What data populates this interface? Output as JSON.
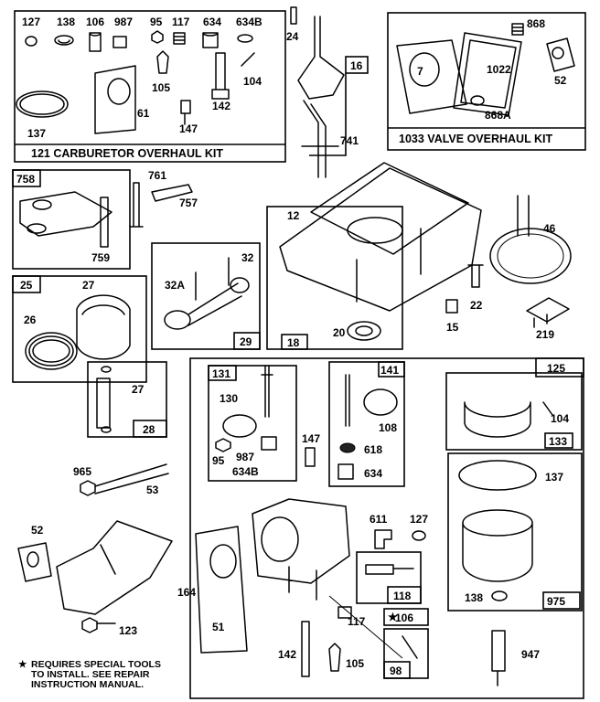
{
  "kits": {
    "carburetor": "121 CARBURETOR OVERHAUL KIT",
    "valve": "1033 VALVE OVERHAUL KIT"
  },
  "note": {
    "line1": "REQUIRES SPECIAL TOOLS",
    "line2": "TO INSTALL.  SEE REPAIR",
    "line3": "INSTRUCTION MANUAL."
  },
  "labels": {
    "p127a": "127",
    "p138a": "138",
    "p106a": "106",
    "p987a": "987",
    "p95a": "95",
    "p117a": "117",
    "p634a": "634",
    "p634Ba": "634B",
    "p105a": "105",
    "p104a": "104",
    "p142a": "142",
    "p147a": "147",
    "p61": "61",
    "p137a": "137",
    "p24": "24",
    "p16": "16",
    "p741": "741",
    "p868": "868",
    "p7": "7",
    "p1022": "1022",
    "p52a": "52",
    "p868A": "868A",
    "p758": "758",
    "p761": "761",
    "p757": "757",
    "p759": "759",
    "p12": "12",
    "p46": "46",
    "p32": "32",
    "p32A": "32A",
    "p29": "29",
    "p22": "22",
    "p15": "15",
    "p20": "20",
    "p18": "18",
    "p219": "219",
    "p25": "25",
    "p27a": "27",
    "p26": "26",
    "p27b": "27",
    "p28": "28",
    "p131": "131",
    "p130": "130",
    "p95b": "95",
    "p987b": "987",
    "p634Bb": "634B",
    "p147b": "147",
    "p141": "141",
    "p108": "108",
    "p618": "618",
    "p634b": "634",
    "p125": "125",
    "p104b": "104",
    "p133": "133",
    "p137b": "137",
    "p138b": "138",
    "p975": "975",
    "p965": "965",
    "p53": "53",
    "p52b": "52",
    "p164": "164",
    "p123": "123",
    "p611": "611",
    "p127b": "127",
    "p118": "118",
    "p106b": "106",
    "p117b": "117",
    "p51": "51",
    "p142b": "142",
    "p105b": "105",
    "p98": "98",
    "p947": "947"
  }
}
